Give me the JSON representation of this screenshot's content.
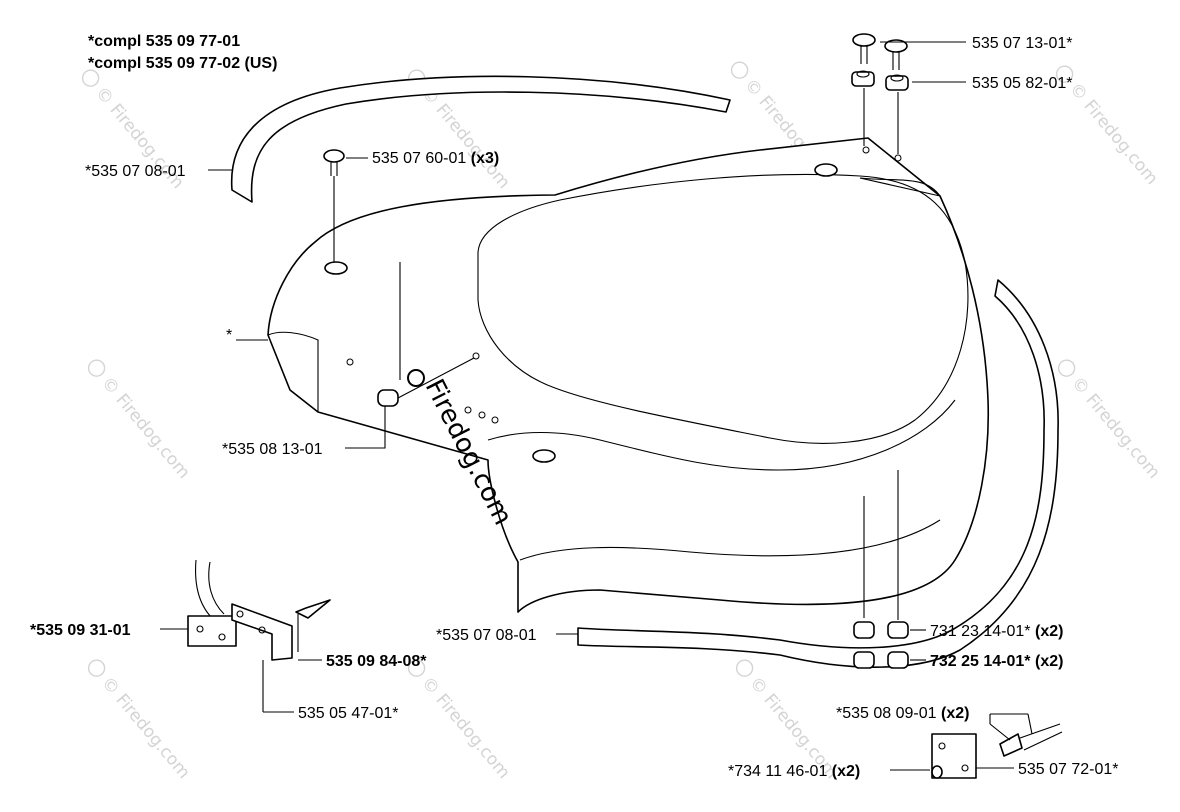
{
  "title_lines": [
    "*compl 535 09 77-01",
    "*compl 535 09 77-02 (US)"
  ],
  "watermark": "© Firedog.com",
  "center_watermark": "Firedog.com",
  "labels": [
    {
      "id": "trim-top",
      "text": "*535 07 08-01",
      "qty": ""
    },
    {
      "id": "screw-cover",
      "text": "535 07 60-01",
      "qty": "(x3)"
    },
    {
      "id": "bolt-top",
      "text": "535 07 13-01*",
      "qty": ""
    },
    {
      "id": "washer-top",
      "text": "535 05 82-01*",
      "qty": ""
    },
    {
      "id": "cover-asterisk",
      "text": "*",
      "qty": ""
    },
    {
      "id": "knob",
      "text": "*535 08 13-01",
      "qty": ""
    },
    {
      "id": "trim-bottom",
      "text": "*535 07 08-01",
      "qty": ""
    },
    {
      "id": "nut-731",
      "text": "731 23 14-01*",
      "qty": "(x2)"
    },
    {
      "id": "nut-732",
      "text": "732 25 14-01*",
      "qty": "(x2)"
    },
    {
      "id": "bracket-left",
      "text": "*535 09 31-01",
      "qty": ""
    },
    {
      "id": "pin-left",
      "text": "535 09 84-08*",
      "qty": ""
    },
    {
      "id": "bracket-pin",
      "text": "535 05 47-01*",
      "qty": ""
    },
    {
      "id": "rivet-right",
      "text": "*535 08 09-01",
      "qty": "(x2)"
    },
    {
      "id": "washer-right",
      "text": "*734 11 46-01",
      "qty": "(x2)"
    },
    {
      "id": "plate-right",
      "text": "535 07 72-01*",
      "qty": ""
    }
  ]
}
